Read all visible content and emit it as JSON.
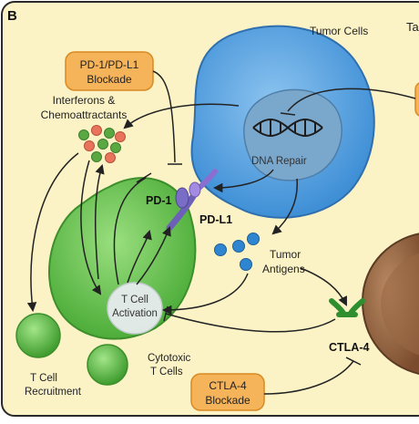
{
  "panel": {
    "letter": "B",
    "edge_text": "Ta"
  },
  "labels": {
    "tumor_cells": "Tumor Cells",
    "pd1_pdl1_blockade_line1": "PD-1/PD-L1",
    "pd1_pdl1_blockade_line2": "Blockade",
    "interferons_line1": "Interferons &",
    "interferons_line2": "Chemoattractants",
    "dna_repair": "DNA Repair",
    "pd1": "PD-1",
    "pdl1": "PD-L1",
    "tumor_antigens_line1": "Tumor",
    "tumor_antigens_line2": "Antigens",
    "tcell_activation_line1": "T Cell",
    "tcell_activation_line2": "Activation",
    "ctla4": "CTLA-4",
    "tcell_recruitment_line1": "T Cell",
    "tcell_recruitment_line2": "Recruitment",
    "cytotoxic_line1": "Cytotoxic",
    "cytotoxic_line2": "T Cells",
    "ctla4_blockade_line1": "CTLA-4",
    "ctla4_blockade_line2": "Blockade"
  },
  "colors": {
    "background": "#fbf3c6",
    "border": "#2a2a2a",
    "tumor_cell": "#4f9fe0",
    "tumor_nucleus": "#6c9fc6",
    "t_cell": "#5fc04a",
    "t_cell_dark": "#3d8f2c",
    "antigen": "#2f86d0",
    "blockade_box": "#f5b35a",
    "blockade_border": "#d98a22",
    "pd_receptor": "#6d60b8",
    "ctla4_receptor": "#3c9a3a",
    "apc_cell": "#8a5a3a",
    "dots_green": "#5aa842",
    "dots_red": "#e9745c"
  }
}
